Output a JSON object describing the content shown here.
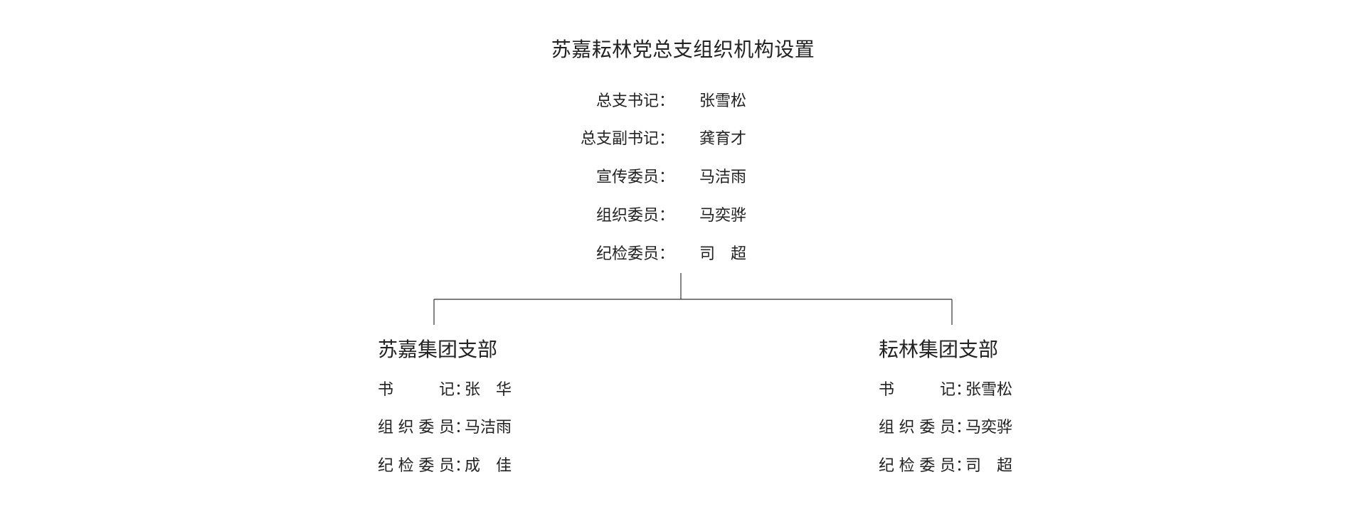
{
  "title": "苏嘉耘林党总支组织机构设置",
  "leadership": [
    {
      "role": "总支书记：",
      "name": "张雪松"
    },
    {
      "role": "总支副书记：",
      "name": "龚育才"
    },
    {
      "role": "宣传委员：",
      "name": "马洁雨"
    },
    {
      "role": "组织委员：",
      "name": "马奕骅"
    },
    {
      "role": "纪检委员：",
      "name": "司　超"
    }
  ],
  "branches": [
    {
      "name": "苏嘉集团支部",
      "members": [
        {
          "role": "书　　记",
          "name": "张　华"
        },
        {
          "role": "组织委员",
          "name": "马洁雨"
        },
        {
          "role": "纪检委员",
          "name": "成　佳"
        }
      ]
    },
    {
      "name": "耘林集团支部",
      "members": [
        {
          "role": "书　　记",
          "name": "张雪松"
        },
        {
          "role": "组织委员",
          "name": "马奕骅"
        },
        {
          "role": "纪检委员",
          "name": "司　超"
        }
      ]
    }
  ],
  "colon": "："
}
